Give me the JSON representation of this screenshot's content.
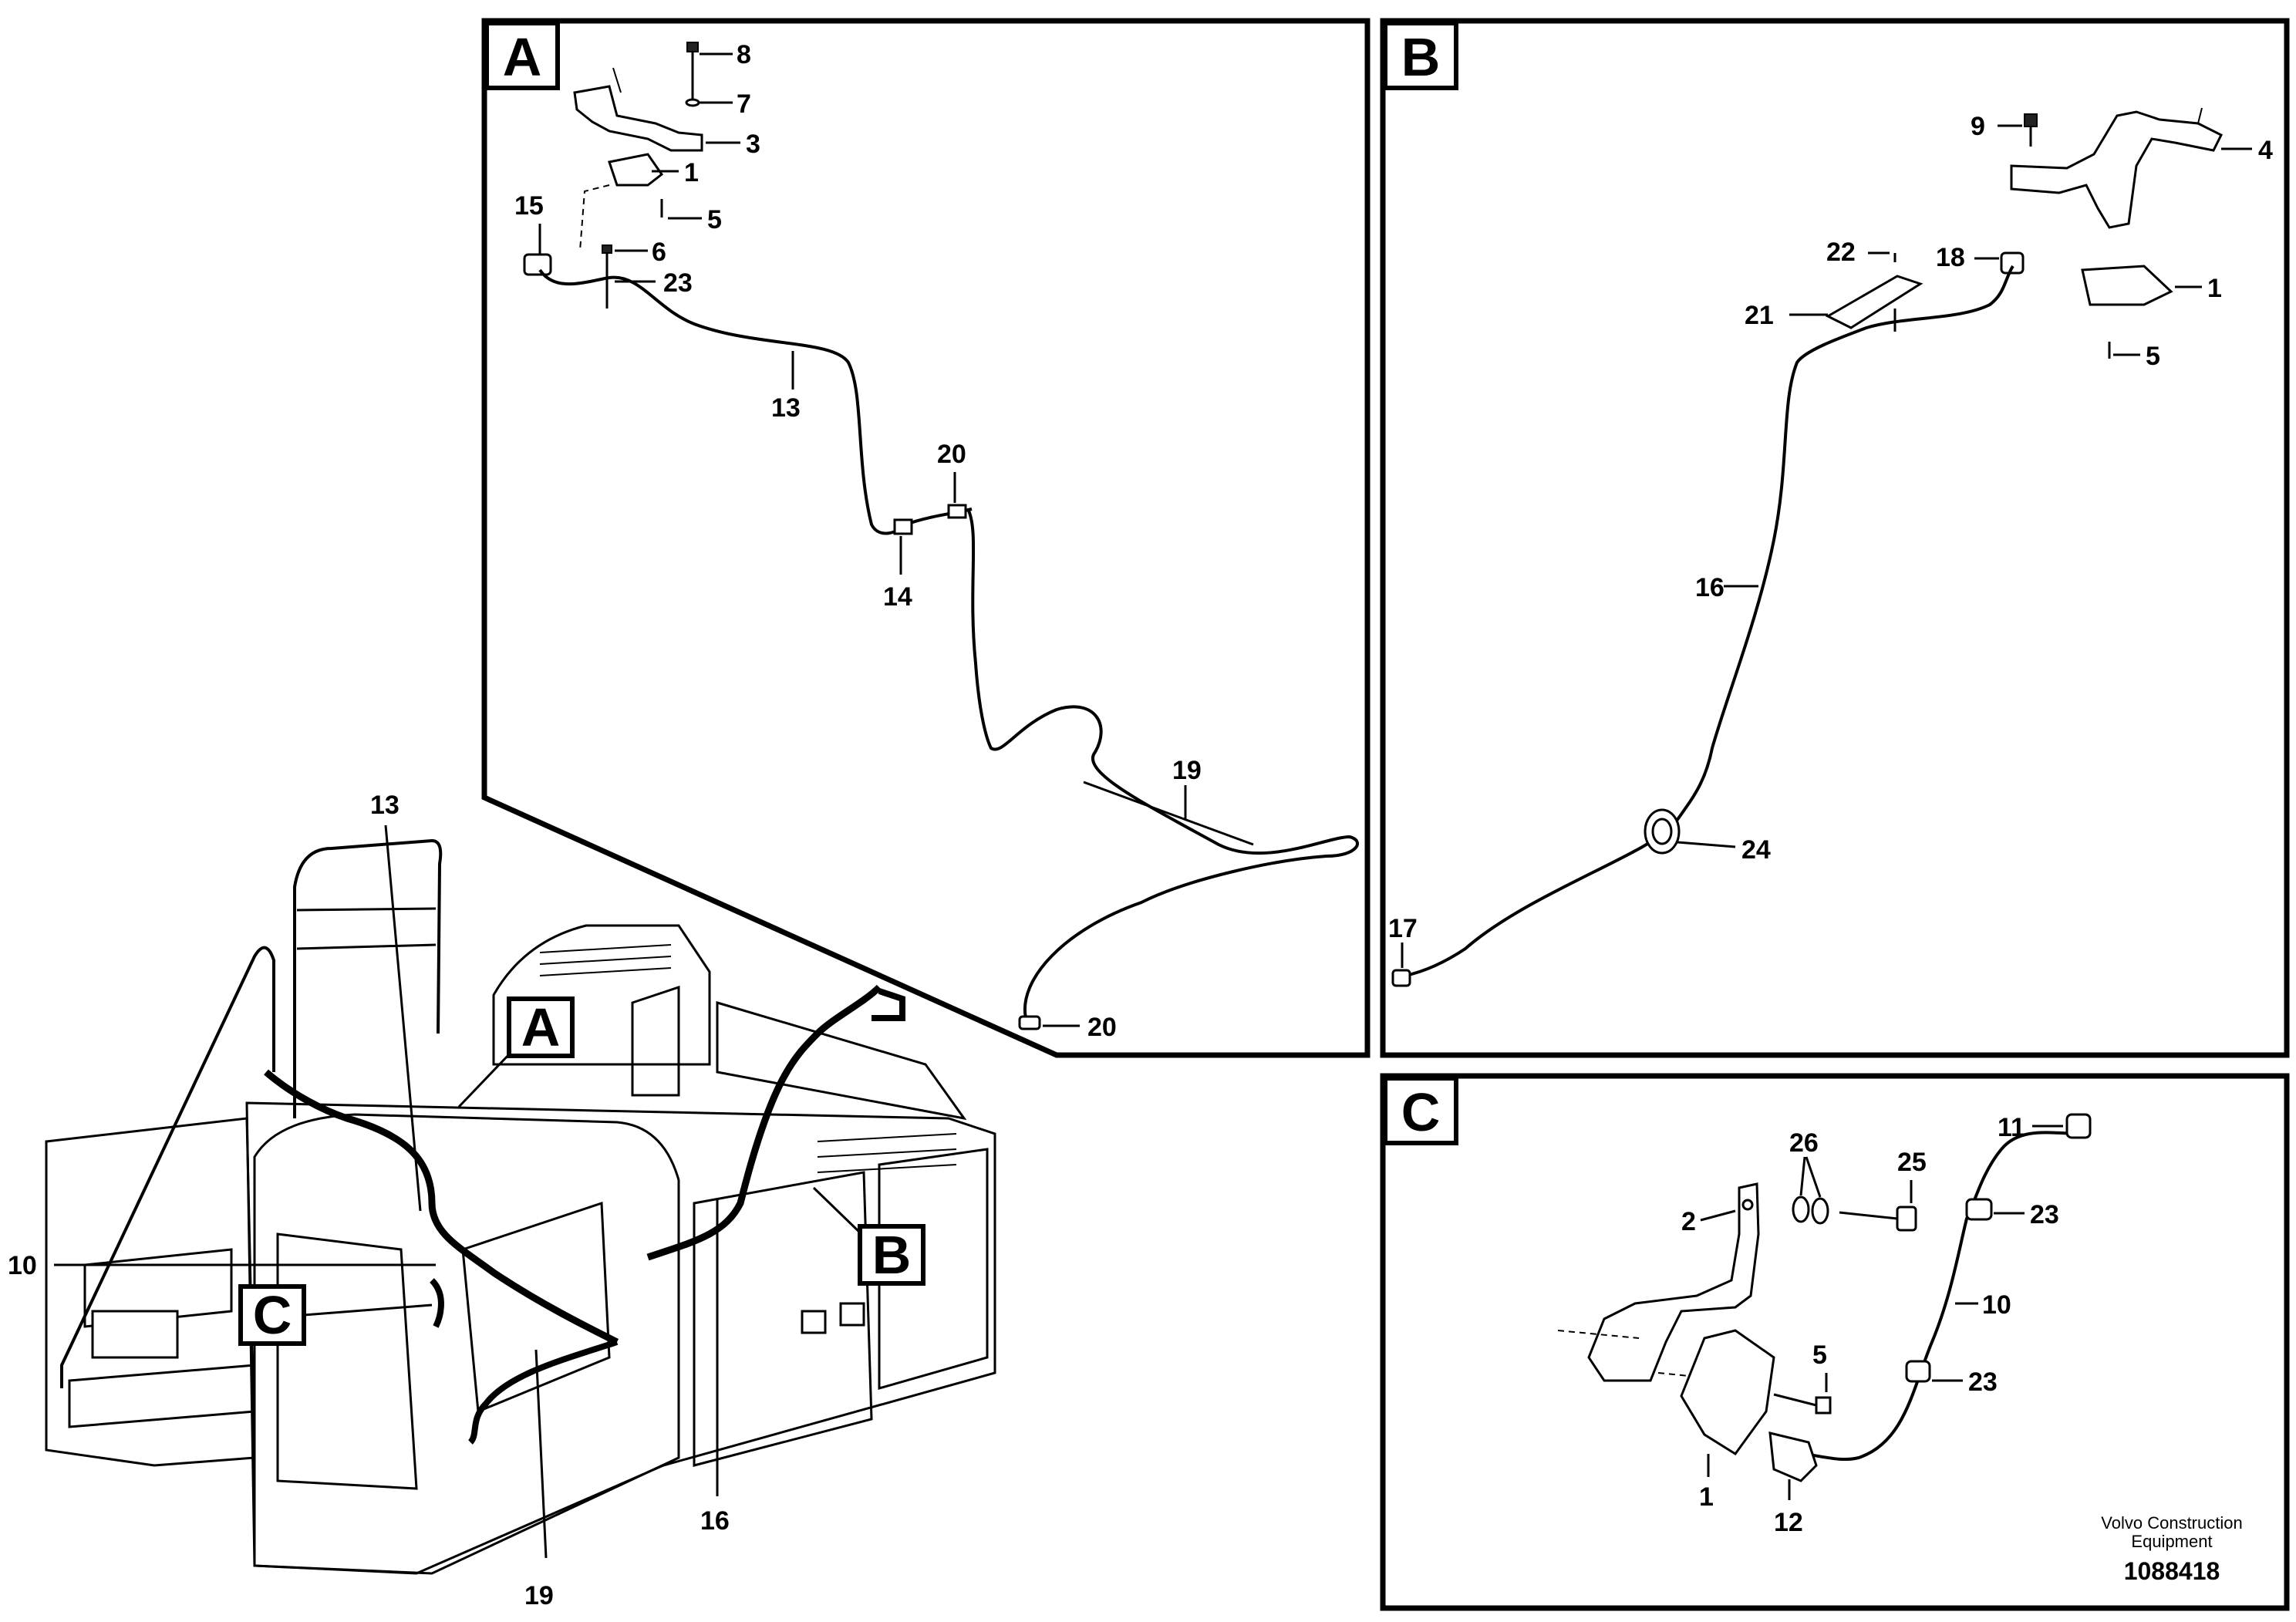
{
  "panels": {
    "a": {
      "title": "A"
    },
    "b": {
      "title": "B"
    },
    "c": {
      "title": "C"
    }
  },
  "machine": {
    "callout_a": "A",
    "callout_b": "B",
    "callout_c": "C",
    "labels": [
      "13",
      "10",
      "16",
      "19"
    ]
  },
  "panel_a_labels": [
    "8",
    "7",
    "3",
    "1",
    "5",
    "15",
    "6",
    "23",
    "13",
    "20",
    "14",
    "19",
    "20"
  ],
  "panel_b_labels": [
    "9",
    "4",
    "22",
    "18",
    "1",
    "21",
    "5",
    "16",
    "24",
    "17"
  ],
  "panel_c_labels": [
    "11",
    "26",
    "25",
    "2",
    "23",
    "10",
    "5",
    "23",
    "1",
    "12"
  ],
  "footer": {
    "company_line1": "Volvo Construction",
    "company_line2": "Equipment",
    "drawing_number": "1088418"
  }
}
